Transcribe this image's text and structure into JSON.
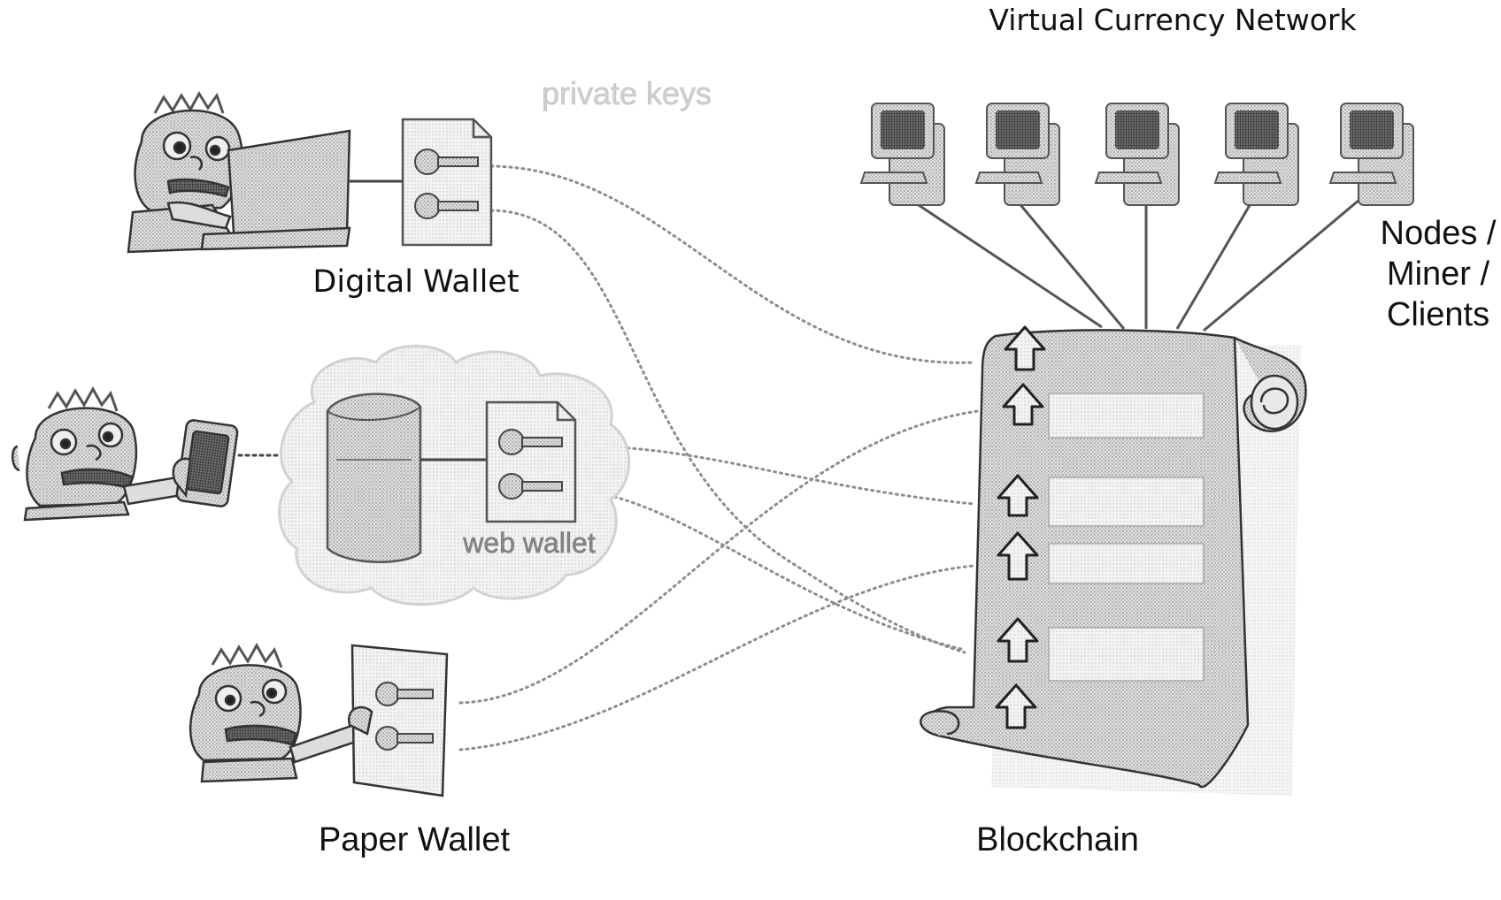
{
  "labels": {
    "network_title": "Virtual Currency Network",
    "private_keys": "private keys",
    "digital_wallet": "Digital Wallet",
    "web_wallet": "web wallet",
    "paper_wallet": "Paper Wallet",
    "blockchain": "Blockchain",
    "nodes_line1": "Nodes /",
    "nodes_line2": "Miner /",
    "nodes_line3": "Clients"
  },
  "icons": {
    "people": [
      "laptop-user-icon",
      "phone-user-icon",
      "paper-user-icon"
    ],
    "keys": [
      "key-document-icon",
      "paper-key-icon"
    ],
    "server": "server-icon",
    "cloud": "cloud-icon",
    "computers": "desktop-computer-icon",
    "scroll": "blockchain-scroll-icon",
    "arrows": "block-arrow-up-icon"
  },
  "colors": {
    "ink": "#111111",
    "mid_gray": "#9a9a9a",
    "light_gray": "#d6d6d6",
    "faint_text": "#c8c8c8"
  }
}
